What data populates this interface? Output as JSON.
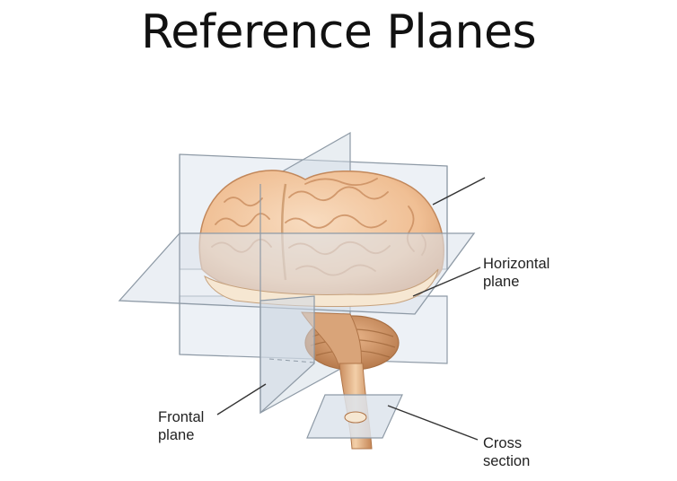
{
  "title": "Reference Planes",
  "labels": {
    "horizontal": {
      "line1": "Horizontal",
      "line2": "plane"
    },
    "frontal": {
      "line1": "Frontal",
      "line2": "plane"
    },
    "cross": {
      "line1": "Cross",
      "line2": "section"
    }
  },
  "colors": {
    "brain": "#f2c39a",
    "brain_dark": "#c98c5e",
    "brain_light": "#f8dcc0",
    "plane_fill": "#d9e1ea",
    "plane_edge": "#8e9aa6",
    "leader": "#333333"
  }
}
